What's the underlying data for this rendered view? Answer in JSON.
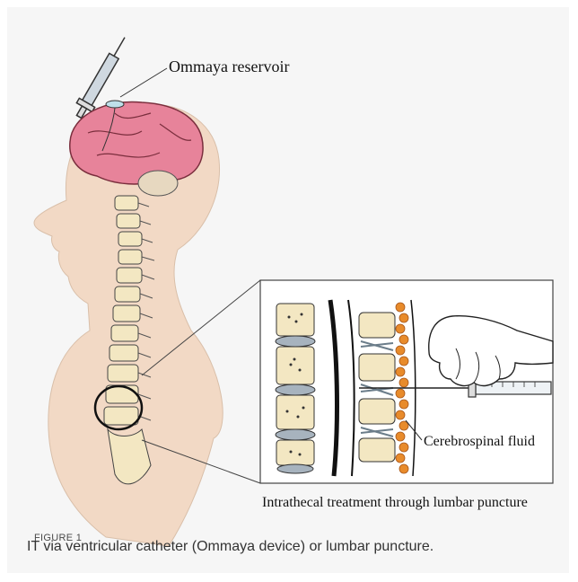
{
  "illustration": {
    "labels": {
      "reservoir": "Ommaya reservoir",
      "csf": "Cerebrospinal fluid",
      "treatment": "Intrathecal treatment through lumbar puncture"
    },
    "colors": {
      "body": "#f2d9c5",
      "brain": "#e7839a",
      "csf": "#e88b2b",
      "bone": "#f3e7c2",
      "disc": "#a7b3be",
      "outline": "#222222"
    }
  },
  "caption": {
    "label": "FIGURE 1",
    "text": "IT via ventricular catheter (Ommaya device) or lumbar puncture."
  }
}
